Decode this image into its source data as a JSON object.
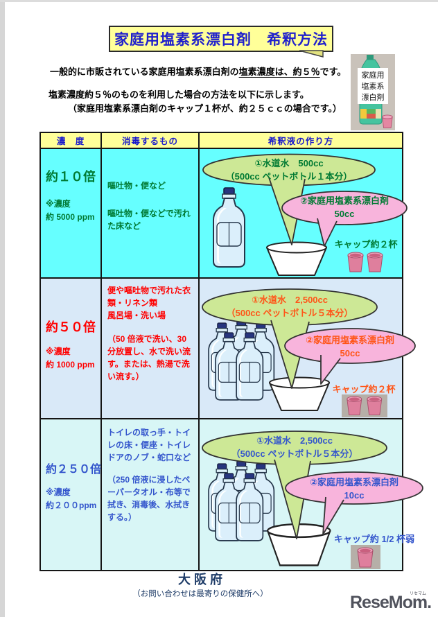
{
  "header": {
    "title": "家庭用塩素系漂白剤　希釈方法"
  },
  "intro": {
    "line1_pre": "一般的に市販されている家庭用塩素系漂白剤の",
    "line1_underline": "塩素濃度は、約５％",
    "line1_post": "です。",
    "line2": "塩素濃度約５％のものを利用した場合の方法を以下に示します。",
    "line3": "（家庭用塩素系漂白剤のキャップ１杯が、約２５ｃｃの場合です。）"
  },
  "photo": {
    "label_lines": [
      "家庭用",
      "塩素系",
      "漂白剤"
    ]
  },
  "table": {
    "headers": [
      "濃　度",
      "消毒するもの",
      "希釈液の作り方"
    ],
    "rows": [
      {
        "dilution": "約１０倍",
        "note_label": "※濃度",
        "note_value": "約 5000 ppm",
        "targets": [
          "嘔吐物・便など",
          "嘔吐物・便などで汚れた床など"
        ],
        "water_line1": "①水道水　500cc",
        "water_line2": "（500cc ペットボトル１本分）",
        "bleach_line1": "②家庭用塩素系漂白剤",
        "bleach_line2": "50cc",
        "cap_label": "キャップ約２杯"
      },
      {
        "dilution": "約５０倍",
        "note_label": "※濃度",
        "note_value": "約 1000 ppm",
        "targets": [
          "便や嘔吐物で汚れた衣類・リネン類",
          "風呂場・洗い場",
          "（50 倍液で洗い、30 分放置し、水で洗い流す。または、熱湯で洗い流す。）"
        ],
        "water_line1": "①水道水　2,500cc",
        "water_line2": "（500cc ペットボトル５本分）",
        "bleach_line1": "②家庭用塩素系漂白剤",
        "bleach_line2": "50cc",
        "cap_label": "キャップ約２杯"
      },
      {
        "dilution": "約２５０倍",
        "note_label": "※濃度",
        "note_value": "約２００ppm",
        "targets": [
          "トイレの取っ手・トイレの床・便座・トイレドアのノブ・蛇口など",
          "（250 倍液に浸したペーパータオル・布等で拭き、消毒後、水拭きする。）"
        ],
        "water_line1": "①水道水　2,500cc",
        "water_line2": "（500cc ペットボトル５本分）",
        "bleach_line1": "②家庭用塩素系漂白剤",
        "bleach_line2": "10cc",
        "cap_label": "キャップ約 1/2 杯弱"
      }
    ]
  },
  "footer": {
    "organization": "大 阪 府",
    "contact": "（お問い合わせは最寄りの保健所へ）",
    "logo": "ReseMom.",
    "logo_ruby": "リセマム"
  },
  "colors": {
    "title_text": "#2020cc",
    "title_bg": "#ffff99",
    "header_bg": "#ffff99",
    "header_text": "#1a1acc",
    "row1_bg": "#66ffff",
    "row1_accent": "#007a33",
    "row2_bg": "#d9e9f8",
    "row2_accent": "#ff0000",
    "row2_bubble_accent": "#ff5518",
    "row3_bg": "#d8f6f6",
    "row3_accent": "#3355cc",
    "green_bubble": "#cde896",
    "pink_bubble": "#f8b4dc",
    "footer_text": "#1c3a66"
  }
}
